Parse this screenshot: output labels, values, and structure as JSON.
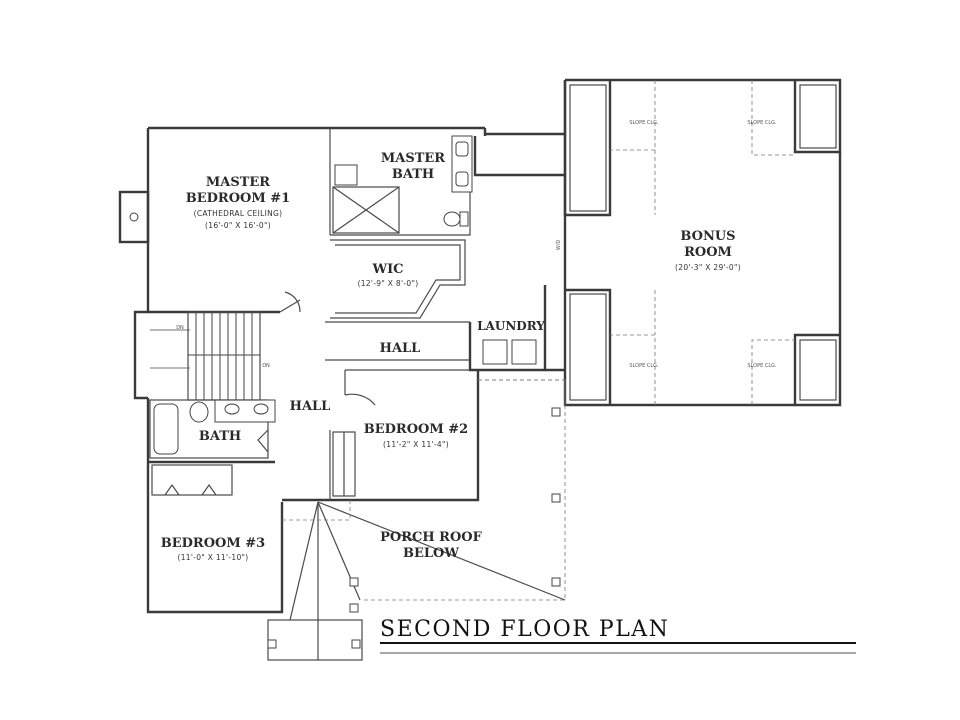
{
  "plan": {
    "title": "SECOND FLOOR PLAN"
  },
  "rooms": {
    "master_bedroom": {
      "name_line1": "MASTER",
      "name_line2": "BEDROOM #1",
      "note": "(CATHEDRAL CEILING)",
      "dims": "(16'-0\" X 16'-0\")"
    },
    "master_bath": {
      "name_line1": "MASTER",
      "name_line2": "BATH"
    },
    "wic": {
      "name": "WIC",
      "dims": "(12'-9\" X 8'-0\")"
    },
    "bonus_room": {
      "name_line1": "BONUS",
      "name_line2": "ROOM",
      "dims": "(20'-3\" X 29'-0\")"
    },
    "laundry": {
      "name": "LAUNDRY"
    },
    "hall_upper": {
      "name": "HALL"
    },
    "hall_lower": {
      "name": "HALL"
    },
    "bath": {
      "name": "BATH"
    },
    "bedroom2": {
      "name": "BEDROOM #2",
      "dims": "(11'-2\" X 11'-4\")"
    },
    "bedroom3": {
      "name": "BEDROOM #3",
      "dims": "(11'-0\" X 11'-10\")"
    },
    "porch_roof": {
      "name_line1": "PORCH ROOF",
      "name_line2": "BELOW"
    }
  },
  "annotations": {
    "stair_dn_upper": "DN",
    "stair_dn_lower": "DN",
    "slope_clg": "SLOPE CLG.",
    "wp": "W/D"
  }
}
